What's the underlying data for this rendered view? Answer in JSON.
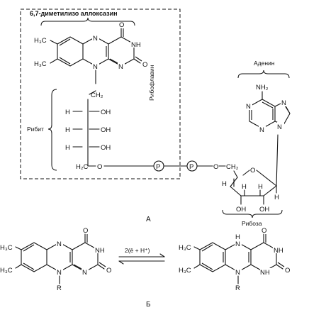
{
  "title_A": "6,7-диметилизо аллоксазин",
  "label_riboflavin": "Рибофлавин",
  "label_ribit": "Рибит",
  "label_adenine": "Аденин",
  "label_ribose": "Рибоза",
  "caption_A": "А",
  "caption_B": "Б",
  "reaction_arrow_label": "2(ē + H⁺)",
  "atoms": {
    "methyl": "H₃C",
    "N": "N",
    "NH": "NH",
    "O": "O",
    "R": "R",
    "CH2": "CH₂",
    "H2C": "H₂C",
    "H": "H",
    "OH": "OH",
    "P": "P",
    "NH2": "NH₂"
  }
}
